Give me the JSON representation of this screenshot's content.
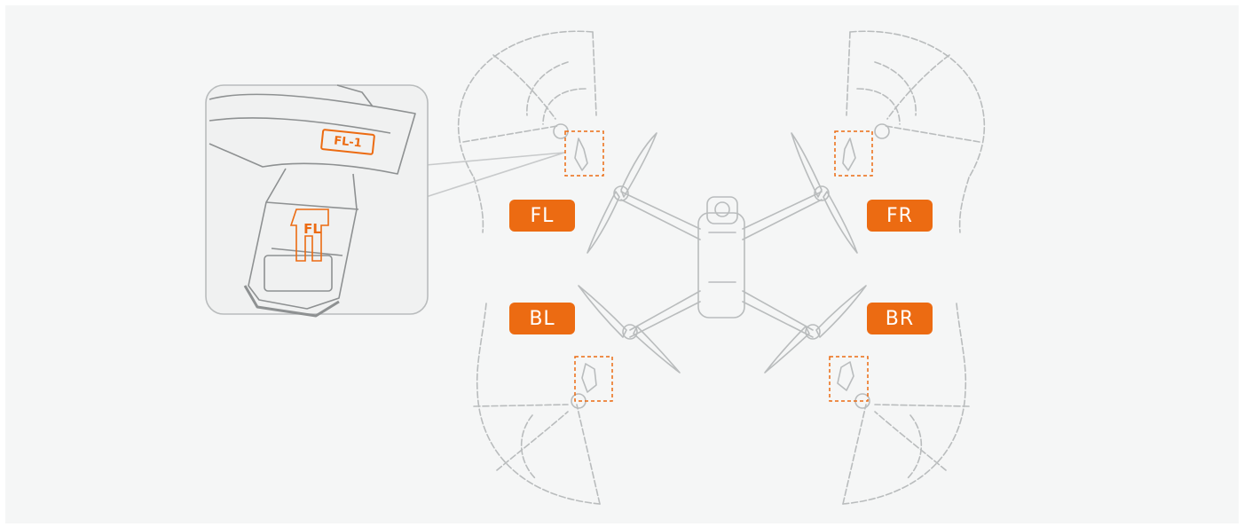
{
  "colors": {
    "background": "#f5f6f6",
    "line": "#b9bcbd",
    "accent": "#ec6b12"
  },
  "labels": {
    "front_left": "FL",
    "front_right": "FR",
    "back_left": "BL",
    "back_right": "BR"
  },
  "callout": {
    "arm_label": "FL-1",
    "mount_label": "FL"
  }
}
